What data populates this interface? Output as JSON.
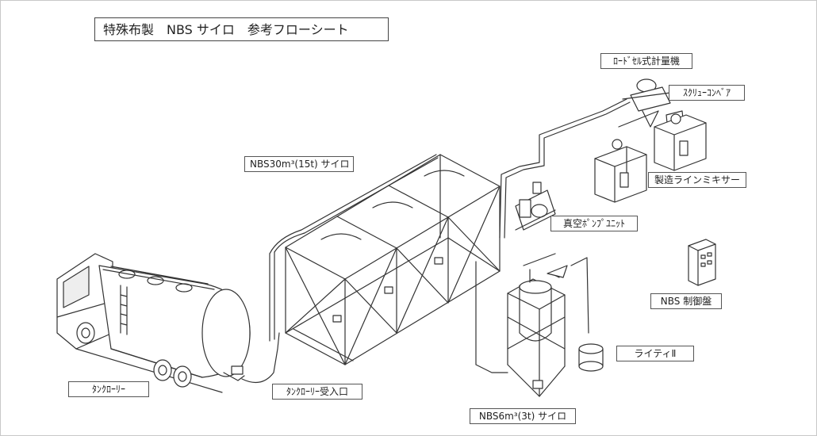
{
  "title": "特殊布製　NBS サイロ　参考フローシート",
  "labels": {
    "loadcell_scale": "ﾛｰﾄﾞｾﾙ式計量機",
    "screw_conveyor": "ｽｸﾘｭｰｺﾝﾍﾞｱ",
    "silo_30": "NBS30m³(15t) サイロ",
    "mixer": "製造ラインミキサー",
    "vacuum_pump": "真空ﾎﾟﾝﾌﾟﾕﾆｯﾄ",
    "control_panel": "NBS 制御盤",
    "tanker": "ﾀﾝｸﾛｰﾘｰ",
    "tanker_inlet": "ﾀﾝｸﾛｰﾘｰ受入口",
    "lighty": "ライティⅡ",
    "silo_6": "NBS6m³(3t) サイロ"
  },
  "colors": {
    "line": "#333333",
    "label_border": "#555555",
    "frame": "#c8c8c8"
  }
}
